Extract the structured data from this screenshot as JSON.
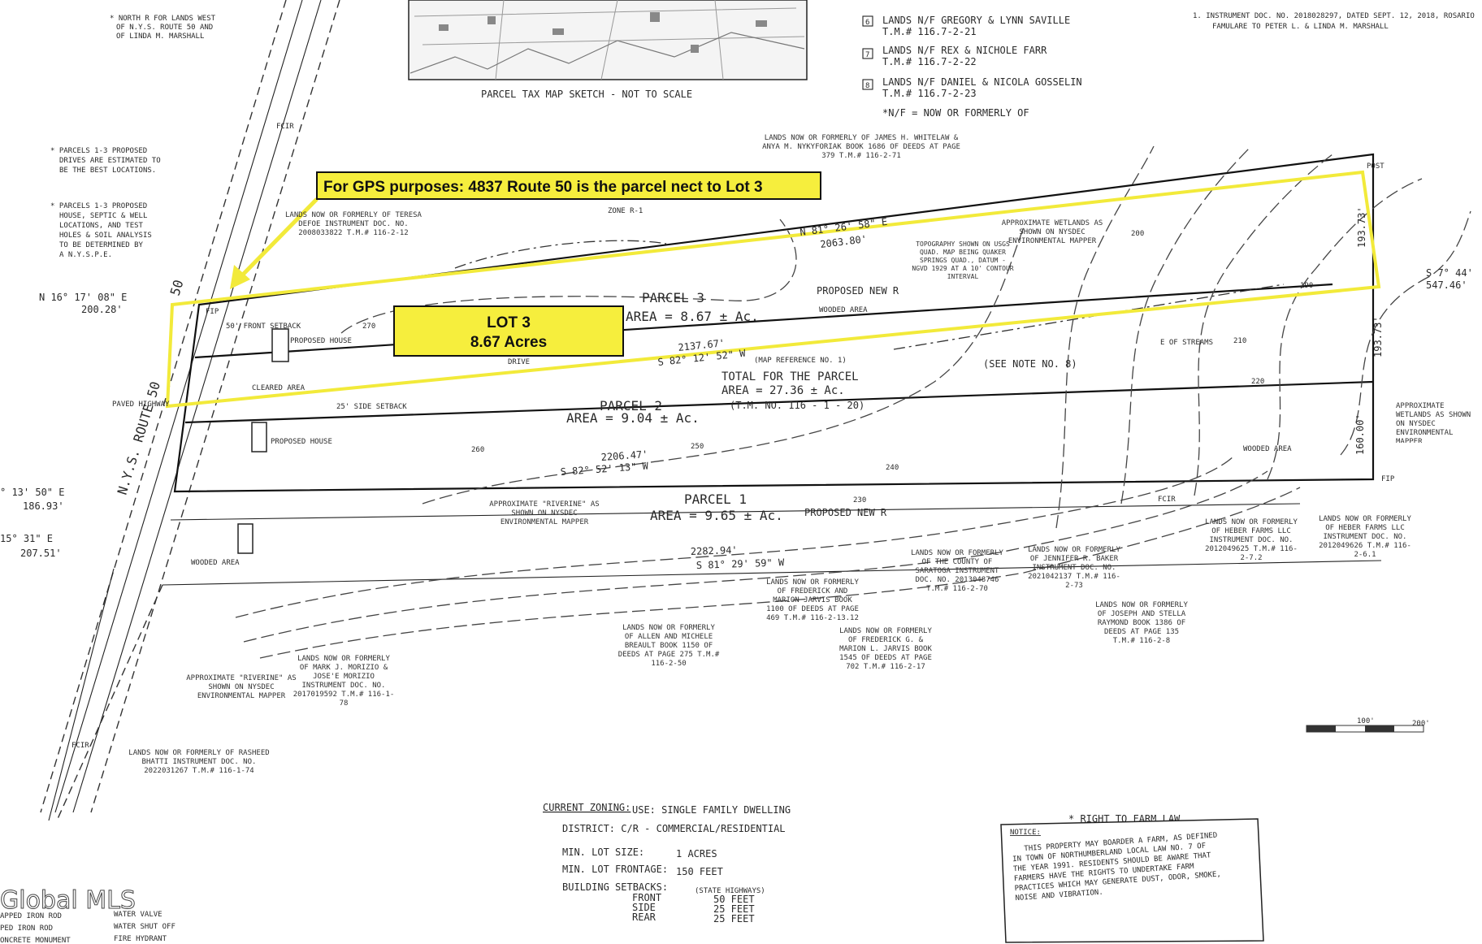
{
  "map": {
    "road_name": "N.Y.S. ROUTE 50",
    "road_number": "50",
    "tax_map_caption": "PARCEL TAX MAP SKETCH - NOT TO SCALE",
    "callout": {
      "gps_note": "For GPS purposes: 4837 Route 50 is the parcel nect to  Lot 3",
      "lot_label": "LOT 3",
      "lot_acres": "8.67 Acres"
    },
    "parcels": [
      {
        "name": "PARCEL 3",
        "area": "AREA = 8.67 ± Ac."
      },
      {
        "name": "PARCEL 2",
        "area": "AREA = 9.04 ± Ac."
      },
      {
        "name": "PARCEL 1",
        "area": "AREA = 9.65 ± Ac."
      }
    ],
    "total": {
      "line1": "TOTAL FOR THE PARCEL",
      "line2": "AREA = 27.36 ± Ac.",
      "line3": "(T.M. NO. 116 - 1 - 20)"
    },
    "bearings": [
      "N 81° 26' 58\" E",
      "2063.80'",
      "2137.67'",
      "S 82° 12' 52\" W",
      "2206.47'",
      "S 82° 52' 13\" W",
      "2282.94'",
      "S 81° 29' 59\" W",
      "N 16° 17' 08\" E",
      "200.28'",
      "193.73'",
      "160.00'",
      "S 7° 44'",
      "547.46'",
      "186.93'",
      "207.51'",
      "15° 31\" E",
      "° 13' 50\" E"
    ],
    "legend_right": [
      {
        "num": "6",
        "line1": "LANDS N/F GREGORY & LYNN SAVILLE",
        "line2": "T.M.# 116.7-2-21"
      },
      {
        "num": "7",
        "line1": "LANDS N/F REX & NICHOLE FARR",
        "line2": "T.M.# 116.7-2-22"
      },
      {
        "num": "8",
        "line1": "LANDS N/F DANIEL & NICOLA GOSSELIN",
        "line2": "T.M.# 116.7-2-23"
      }
    ],
    "nf_note": "*N/F = NOW OR FORMERLY OF",
    "deed_ref": [
      "1.   INSTRUMENT DOC. NO. 2018028297, DATED SEPT. 12, 2018, ROSARIO",
      "FAMULARE TO PETER L. & LINDA M. MARSHALL"
    ],
    "notes_left": [
      "* NORTH R FOR LANDS WEST",
      "OF N.Y.S. ROUTE 50 AND",
      "OF LINDA M. MARSHALL",
      "* PARCELS 1-3 PROPOSED",
      "DRIVES ARE ESTIMATED TO",
      "BE THE BEST LOCATIONS.",
      "* PARCELS 1-3 PROPOSED",
      "HOUSE, SEPTIC & WELL",
      "LOCATIONS, AND TEST",
      "HOLES & SOIL ANALYSIS",
      "TO BE DETERMINED BY",
      "A N.Y.S.P.E."
    ],
    "owners": [
      "LANDS NOW OR FORMERLY OF JAMES H. WHITELAW & ANYA M. NYKYFORIAK BOOK 1686 OF DEEDS AT PAGE 379 T.M.# 116-2-71",
      "LANDS NOW OR FORMERLY OF TERESA DEFOE INSTRUMENT DOC. NO. 2008033822 T.M.# 116-2-12",
      "LANDS NOW OR FORMERLY OF RASHEED BHATTI INSTRUMENT DOC. NO. 2022031267 T.M.# 116-1-74",
      "LANDS NOW OR FORMERLY OF MARK J. MORIZIO & JOSE'E MORIZIO INSTRUMENT DOC. NO. 2017019592 T.M.# 116-1-78",
      "LANDS NOW OR FORMERLY OF ALLEN AND MICHELE BREAULT BOOK 1150 OF DEEDS AT PAGE 275 T.M.# 116-2-50",
      "LANDS NOW OR FORMERLY OF FREDERICK AND MARION JARVIS BOOK 1100 OF DEEDS AT PAGE 469 T.M.# 116-2-13.12",
      "LANDS NOW OR FORMERLY OF FREDERICK G. & MARION L. JARVIS BOOK 1545 OF DEEDS AT PAGE 702 T.M.# 116-2-17",
      "LANDS NOW OR FORMERLY OF THE COUNTY OF SARATOGA INSTRUMENT DOC. NO. 2013048746 T.M.# 116-2-70",
      "LANDS NOW OR FORMERLY OF JENNIFER R. BAKER INSTRUMENT DOC. NO. 2021042137 T.M.# 116-2-73",
      "LANDS NOW OR FORMERLY OF JOSEPH AND STELLA RAYMOND BOOK 1386 OF DEEDS AT PAGE 135 T.M.# 116-2-8",
      "LANDS NOW OR FORMERLY OF HEBER FARMS LLC INSTRUMENT DOC. NO. 2012049625 T.M.# 116-2-7.2",
      "LANDS NOW OR FORMERLY OF HEBER FARMS LLC INSTRUMENT DOC. NO. 2012049626 T.M.# 116-2-6.1"
    ],
    "wetlands_note": "APPROXIMATE WETLANDS AS SHOWN ON NYSDEC ENVIRONMENTAL MAPPER",
    "riverine_note": "APPROXIMATE \"RIVERINE\" AS SHOWN ON NYSDEC ENVIRONMENTAL MAPPER",
    "topo_note": "TOPOGRAPHY SHOWN ON USGS QUAD. MAP BEING QUAKER SPRINGS QUAD., DATUM - NGVD 1929 AT A 10' CONTOUR INTERVAL",
    "misc_labels": {
      "proposed_new": "PROPOSED NEW R",
      "map_ref": "(MAP REFERENCE NO. 1)",
      "see_note": "(SEE NOTE NO. 8)",
      "zone": "ZONE R-1",
      "paved": "PAVED HIGHWAY",
      "wooded": "WOODED AREA",
      "post": "POST",
      "fcir": "FCIR",
      "fip": "FIP",
      "cleared": "CLEARED AREA",
      "drive": "DRIVE",
      "front_setback": "50' FRONT SETBACK",
      "side_setback": "25' SIDE SETBACK",
      "proposed_house": "PROPOSED HOUSE",
      "stream": "E OF STREAMS"
    },
    "contours": [
      "270",
      "260",
      "250",
      "240",
      "230",
      "220",
      "210",
      "200",
      "190"
    ],
    "zoning": {
      "heading": "CURRENT ZONING:",
      "use": "USE: SINGLE FAMILY DWELLING",
      "district": "DISTRICT: C/R - COMMERCIAL/RESIDENTIAL",
      "min_lot_size_label": "MIN. LOT SIZE:",
      "min_lot_size": "1 ACRES",
      "min_frontage_label": "MIN. LOT FRONTAGE:",
      "min_frontage": "150 FEET",
      "setbacks_label": "BUILDING SETBACKS:",
      "setbacks_hdr": "(STATE HIGHWAYS)",
      "front_label": "FRONT",
      "front": "50 FEET",
      "side_label": "SIDE",
      "side": "25 FEET",
      "rear_label": "REAR",
      "rear": "25 FEET"
    },
    "farm_law": {
      "title": "* RIGHT TO FARM LAW",
      "notice": "NOTICE:",
      "text": [
        "THIS PROPERTY MAY BOARDER A FARM, AS DEFINED",
        "IN TOWN OF NORTHUMBERLAND LOCAL LAW NO. 7 OF",
        "THE YEAR 1991. RESIDENTS SHOULD BE AWARE THAT",
        "FARMERS HAVE THE RIGHTS TO UNDERTAKE FARM",
        "PRACTICES WHICH MAY GENERATE DUST, ODOR, SMOKE,",
        "NOISE AND VIBRATION."
      ]
    },
    "legend_bottom_left": [
      "APPED IRON ROD",
      "PED IRON ROD",
      "ONCRETE MONUMENT"
    ],
    "legend_bottom_mid": [
      "WATER VALVE",
      "WATER SHUT OFF",
      "FIRE HYDRANT"
    ],
    "scale": {
      "a": "100'",
      "b": "200'"
    },
    "watermark": "Global MLS"
  }
}
